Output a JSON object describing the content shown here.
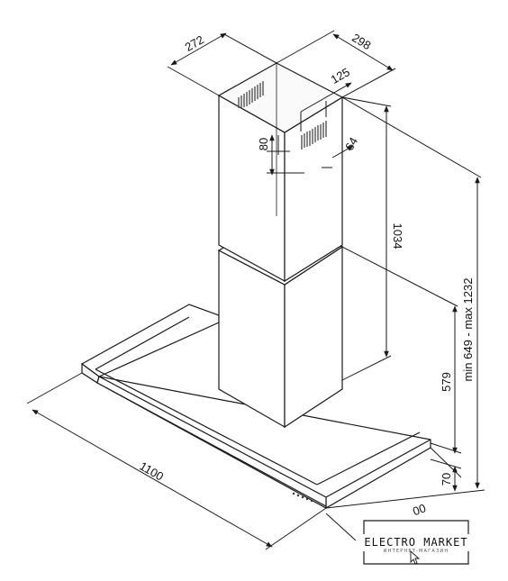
{
  "dimensions": {
    "chimney_width": "272",
    "chimney_depth": "298",
    "outlet_width": "125",
    "outlet_height": "80",
    "outlet_offset": "64",
    "chimney_height": "1034",
    "lower_height": "579",
    "total_height": "min 649 - max 1232",
    "hood_width": "1100",
    "hood_height": "70",
    "hood_depth": "00"
  },
  "watermark": {
    "brand": "ELECTRO MARKET",
    "tagline": "ИНТЕРНЕТ-МАГАЗИН"
  },
  "colors": {
    "line": "#1a1a1a",
    "grille": "#555555"
  }
}
